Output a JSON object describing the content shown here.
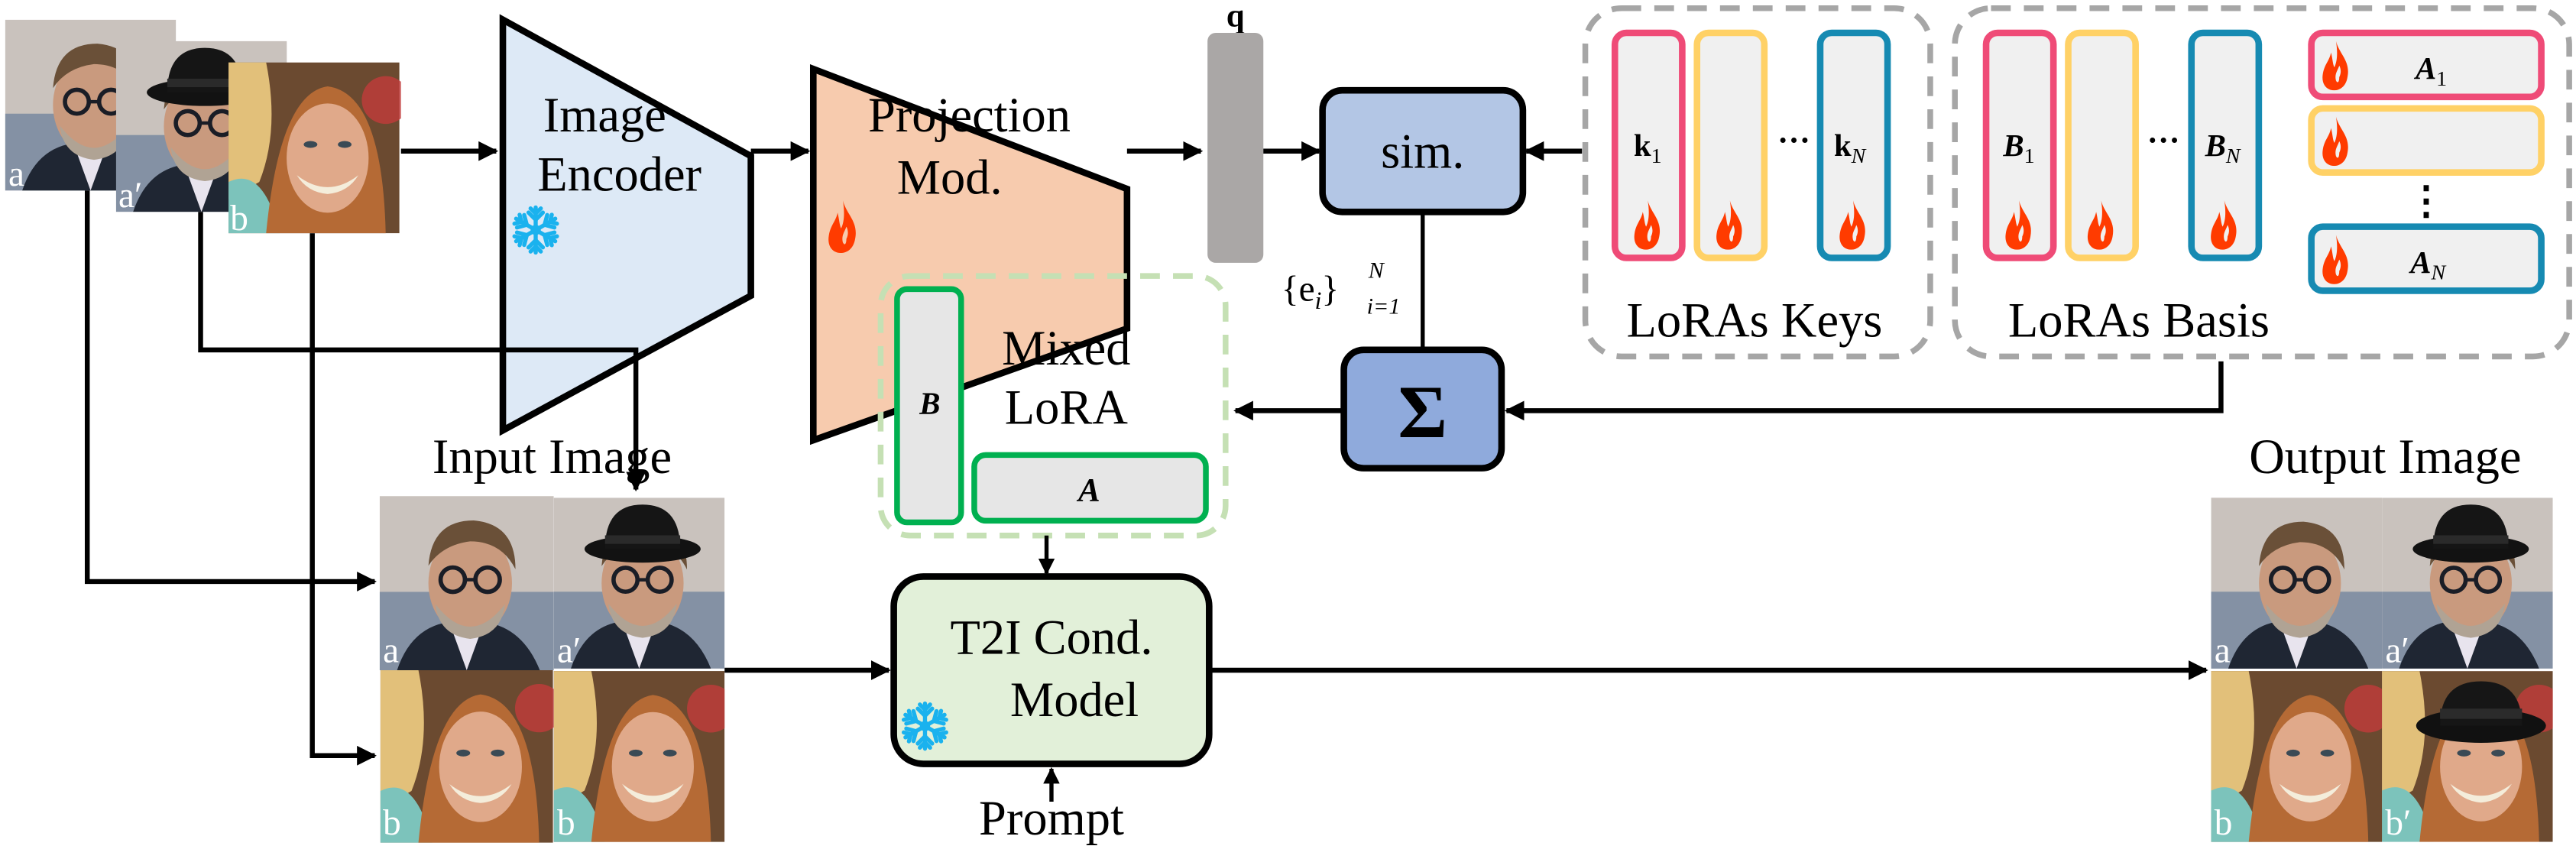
{
  "figure": {
    "colors": {
      "image_encoder_fill": "#dde9f6",
      "projection_fill": "#f7cbae",
      "query_bar": "#aaa7a6",
      "sim_fill": "#b3c6e5",
      "sum_fill": "#8faadc",
      "lora_1": "#ef4b77",
      "lora_2": "#ffd166",
      "lora_n": "#168ab2",
      "lora_cell_fill": "#f0f0f0",
      "mixed_lora_border": "#00b050",
      "mixed_lora_dash": "#c5e0b4",
      "mixed_lora_cell_fill": "#e6e6e6",
      "t2i_fill": "#e2f0d9",
      "group_dash": "#a6a6a6",
      "flame": "#ff3b00",
      "snowflake": "#1ab2ee"
    },
    "input_stack": {
      "tiles": [
        {
          "label": "a",
          "person": "man",
          "hat": false
        },
        {
          "label": "a′",
          "person": "man",
          "hat": true
        },
        {
          "label": "b",
          "person": "woman",
          "hat": false
        }
      ]
    },
    "image_encoder": {
      "line1": "Image",
      "line2": "Encoder",
      "status_icon": "snowflake-icon"
    },
    "projection": {
      "line1": "Projection",
      "line2": "Mod.",
      "status_icon": "flame-icon"
    },
    "query": {
      "label": "q"
    },
    "sim": {
      "label": "sim."
    },
    "weights": {
      "label": "{e",
      "sub": "i",
      "close": "}",
      "sup": "N",
      "range": "i=1"
    },
    "sum": {
      "label": "Σ"
    },
    "lora_keys": {
      "title": "LoRAs Keys",
      "ellipsis": "···",
      "keys": [
        {
          "label": "k",
          "sub": "1"
        },
        {
          "label": "",
          "sub": ""
        },
        {
          "label": "k",
          "sub": "N"
        }
      ]
    },
    "lora_basis": {
      "title": "LoRAs Basis",
      "ellipsis": "···",
      "vertical_ellipsis": "⋮",
      "b_matrices": [
        {
          "label": "B",
          "sub": "1"
        },
        {
          "label": "",
          "sub": ""
        },
        {
          "label": "B",
          "sub": "N"
        }
      ],
      "a_matrices": [
        {
          "label": "A",
          "sub": "1"
        },
        {
          "label": "",
          "sub": ""
        },
        {
          "label": "A",
          "sub": "N"
        }
      ]
    },
    "mixed_lora": {
      "line1": "Mixed",
      "line2": "LoRA",
      "b_label": "B",
      "a_label": "A"
    },
    "input_image": {
      "title": "Input Image",
      "tiles": [
        {
          "label": "a",
          "person": "man",
          "hat": false
        },
        {
          "label": "a′",
          "person": "man",
          "hat": true
        },
        {
          "label": "b",
          "person": "woman",
          "hat": false
        },
        {
          "label": "b",
          "person": "woman",
          "hat": false
        }
      ]
    },
    "t2i": {
      "line1": "T2I Cond.",
      "line2": "Model",
      "status_icon": "snowflake-icon"
    },
    "prompt": {
      "label": "Prompt"
    },
    "output_image": {
      "title": "Output Image",
      "tiles": [
        {
          "label": "a",
          "person": "man",
          "hat": false
        },
        {
          "label": "a′",
          "person": "man",
          "hat": true
        },
        {
          "label": "b",
          "person": "woman",
          "hat": false
        },
        {
          "label": "b′",
          "person": "woman",
          "hat": true
        }
      ]
    }
  }
}
